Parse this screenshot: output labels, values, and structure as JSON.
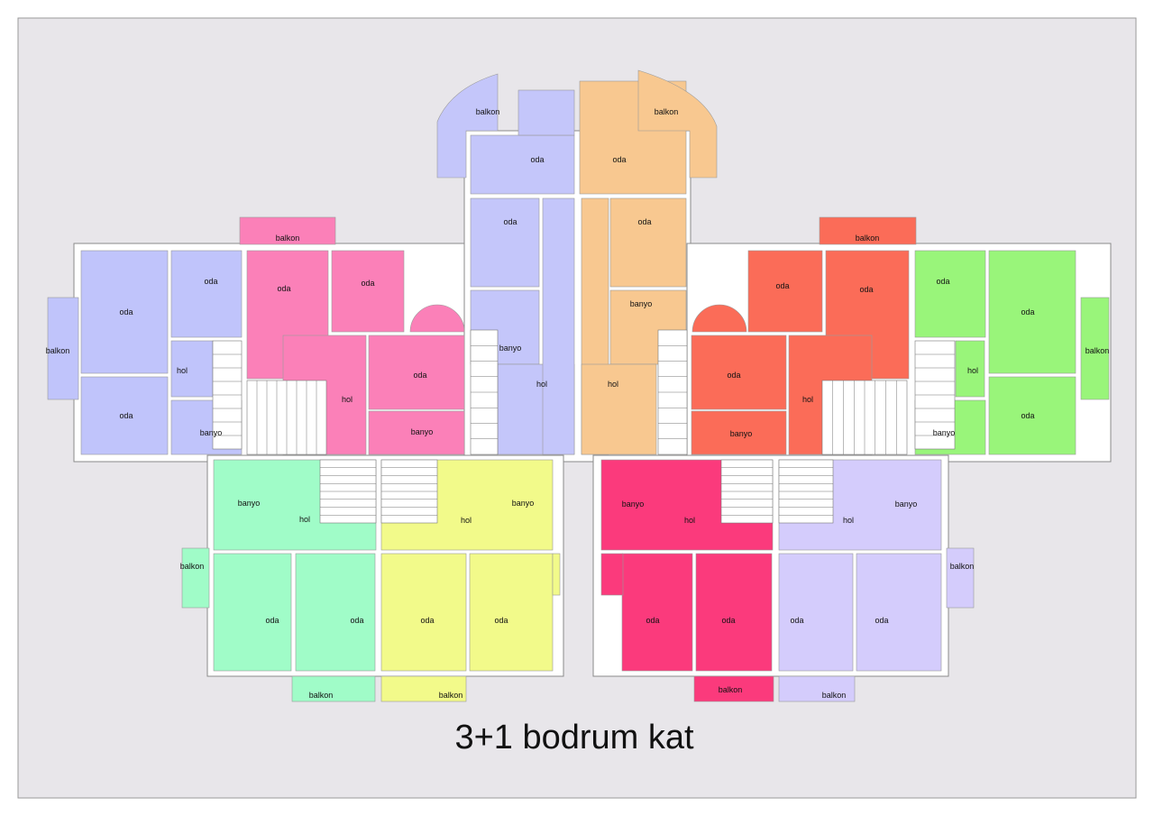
{
  "title": "3+1 bodrum kat",
  "units": [
    {
      "color": "#c0c4fb",
      "rooms": [
        "oda",
        "oda",
        "oda",
        "hol",
        "banyo",
        "balkon"
      ]
    },
    {
      "color": "#fb80b8",
      "rooms": [
        "balkon",
        "oda",
        "oda",
        "hol",
        "oda",
        "banyo"
      ]
    },
    {
      "color": "#c4c6fa",
      "rooms": [
        "balkon",
        "oda",
        "oda",
        "banyo",
        "hol"
      ]
    },
    {
      "color": "#f8c890",
      "rooms": [
        "balkon",
        "oda",
        "oda",
        "banyo",
        "hol"
      ]
    },
    {
      "color": "#fb6c58",
      "rooms": [
        "balkon",
        "oda",
        "oda",
        "oda",
        "banyo",
        "hol"
      ]
    },
    {
      "color": "#99f57a",
      "rooms": [
        "oda",
        "oda",
        "oda",
        "hol",
        "banyo",
        "balkon"
      ]
    },
    {
      "color": "#a0fcc8",
      "rooms": [
        "banyo",
        "hol",
        "oda",
        "oda",
        "balkon",
        "balkon"
      ]
    },
    {
      "color": "#f2fa8a",
      "rooms": [
        "banyo",
        "hol",
        "oda",
        "oda",
        "balkon"
      ]
    },
    {
      "color": "#fb3a7c",
      "rooms": [
        "banyo",
        "hol",
        "oda",
        "oda",
        "balkon"
      ]
    },
    {
      "color": "#d4ccfc",
      "rooms": [
        "banyo",
        "hol",
        "oda",
        "oda",
        "balkon",
        "balkon"
      ]
    }
  ]
}
